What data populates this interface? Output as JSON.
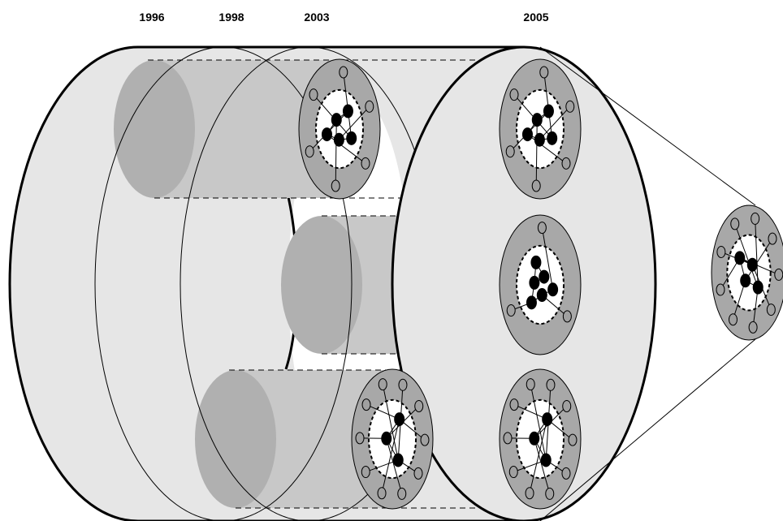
{
  "timeline": {
    "labels": [
      "1996",
      "1998",
      "2003",
      "2005"
    ]
  },
  "colors": {
    "cylinder_fill": "#e6e6e6",
    "tube_fill": "#c8c8c8",
    "tube_end_fill": "#b0b0b0",
    "ring_fill": "#a8a8a8",
    "core_fill": "#ffffff",
    "inner_node": "#000000",
    "outer_node": "#a0a0a0",
    "line": "#000000"
  },
  "clusters": [
    {
      "id": "top",
      "inner_nodes": 5,
      "outer_nodes": 6,
      "years": [
        "2003",
        "2005"
      ]
    },
    {
      "id": "middle",
      "inner_nodes": 6,
      "outer_nodes": 3,
      "years": [
        "2005"
      ]
    },
    {
      "id": "bottom",
      "inner_nodes": 3,
      "outer_nodes": 10,
      "years": [
        "2003",
        "2005"
      ]
    },
    {
      "id": "zoomed",
      "inner_nodes": 4,
      "outer_nodes": 9,
      "years": [
        "2005"
      ]
    }
  ]
}
